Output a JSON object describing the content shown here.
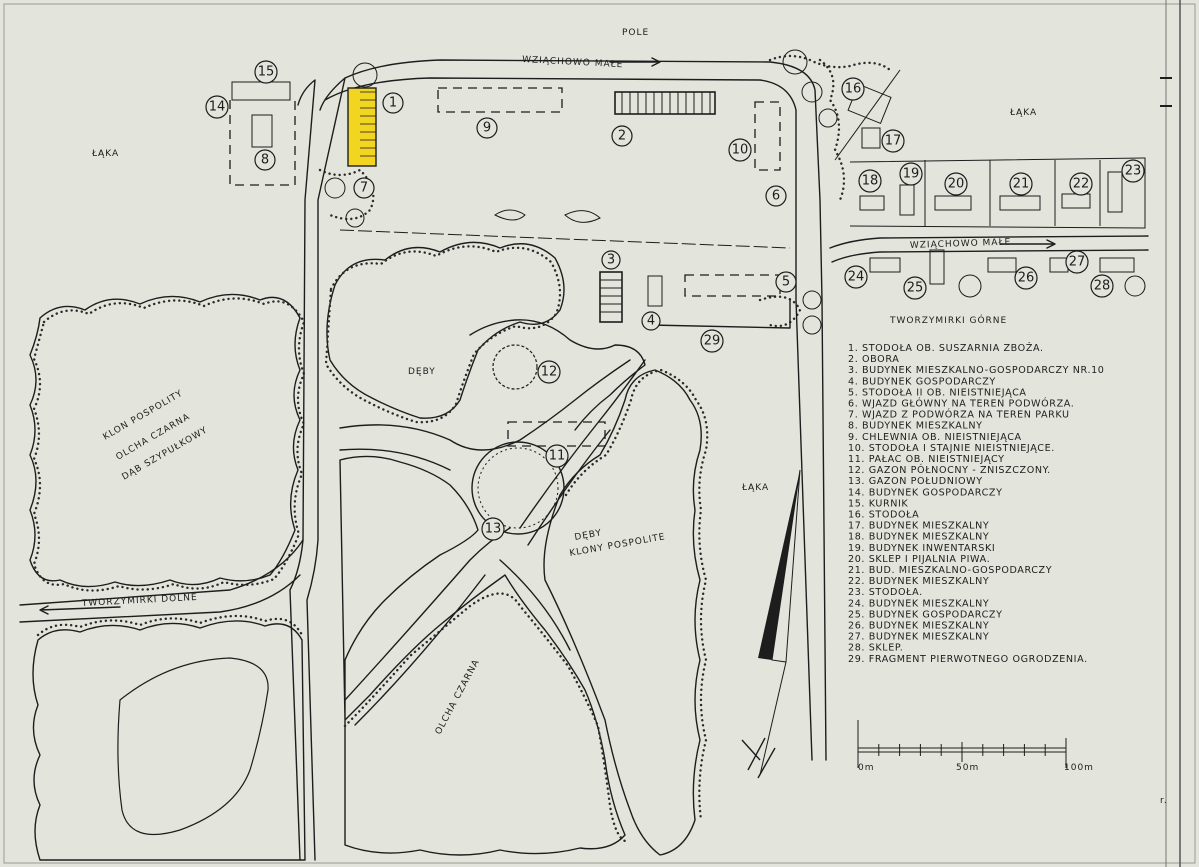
{
  "labels": {
    "pole": "POLE",
    "road_top": "WZIĄCHOWO MAŁE",
    "road_mid": "WZIĄCHOWO MAŁE",
    "road_bottom": "TWORZYMIRKI DOLNE",
    "village": "TWORZYMIRKI GÓRNE",
    "laka_left": "ŁĄKA",
    "laka_right": "ŁĄKA",
    "laka_center": "ŁĄKA",
    "deby_upper": "DĘBY",
    "deby_klony": [
      "DĘBY",
      "KLONY POSPOLITE"
    ],
    "klon": [
      "KLON POSPOLITY",
      "OLCHA CZARNA",
      "DĄB SZYPUŁKOWY"
    ],
    "olcha": "OLCHA CZARNA",
    "corner_mark": "r."
  },
  "legend": [
    "1. STODOŁA OB. SUSZARNIA ZBOŻA.",
    "2. OBORA",
    "3. BUDYNEK MIESZKALNO-GOSPODARCZY NR.10",
    "4. BUDYNEK GOSPODARCZY",
    "5. STODOŁA II OB. NIEISTNIEJĄCA",
    "6. WJAZD GŁÓWNY NA TEREN PODWÓRZA.",
    "7. WJAZD Z PODWÓRZA NA TEREN PARKU",
    "8. BUDYNEK MIESZKALNY",
    "9. CHLEWNIA OB. NIEISTNIEJĄCA",
    "10. STODOŁA I STAJNIE NIEISTNIEJĄCE.",
    "11. PAŁAC OB. NIEISTNIEJĄCY",
    "12. GAZON PÓŁNOCNY - ZNISZCZONY.",
    "13. GAZON POŁUDNIOWY",
    "14. BUDYNEK GOSPODARCZY",
    "15. KURNIK",
    "16. STODOŁA",
    "17. BUDYNEK MIESZKALNY",
    "18. BUDYNEK MIESZKALNY",
    "19. BUDYNEK INWENTARSKI",
    "20. SKLEP I PIJALNIA PIWA.",
    "21. BUD. MIESZKALNO-GOSPODARCZY",
    "22. BUDYNEK MIESZKALNY",
    "23. STODOŁA.",
    "24. BUDYNEK MIESZKALNY",
    "25. BUDYNEK GOSPODARCZY",
    "26. BUDYNEK MIESZKALNY",
    "27. BUDYNEK MIESZKALNY",
    "28. SKLEP.",
    "29. FRAGMENT PIERWOTNEGO OGRODZENIA."
  ],
  "markers": [
    "1",
    "2",
    "3",
    "4",
    "5",
    "6",
    "7",
    "8",
    "9",
    "10",
    "11",
    "12",
    "13",
    "14",
    "15",
    "16",
    "17",
    "18",
    "19",
    "20",
    "21",
    "22",
    "23",
    "24",
    "25",
    "26",
    "27",
    "28",
    "29"
  ],
  "scale": {
    "zero": "0m",
    "mid": "50m",
    "end": "100m"
  },
  "colors": {
    "paper": "#e3e5dc",
    "ink": "#1d1d1d",
    "highlight": "#f2d520"
  }
}
